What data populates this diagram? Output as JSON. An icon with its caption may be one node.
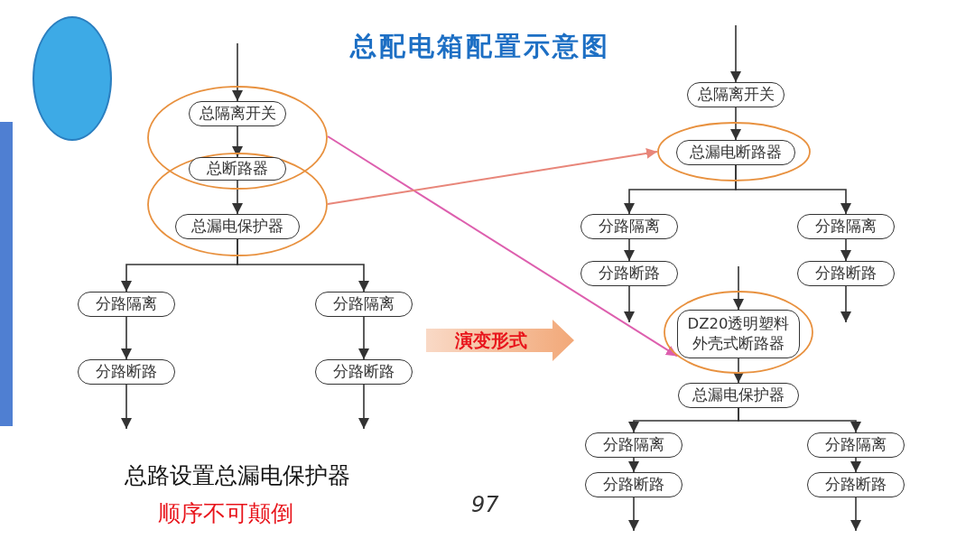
{
  "diagram": {
    "title": "总配电箱配置示意图",
    "nodes": [
      {
        "text": [],
        "shape": "ellipse"
      },
      {
        "text": [
          "总隔离开关"
        ],
        "in": 0
      },
      {
        "text": [],
        "shape": "ellipse"
      },
      {
        "text": [
          "总断路器"
        ]
      },
      {
        "text": [
          "总漏电保护器"
        ],
        "in": 2
      },
      {
        "text": [
          "分路隔离"
        ]
      },
      {
        "text": [
          "分路断路"
        ]
      },
      {
        "text": [
          "分路隔离"
        ]
      },
      {
        "text": [
          "分路断路"
        ]
      },
      {
        "text": [
          "演变形式"
        ]
      },
      {
        "text": [
          "总隔离开关"
        ]
      },
      {
        "text": [],
        "shape": "ellipse"
      },
      {
        "text": [
          "总漏电断路器"
        ],
        "in": 11
      },
      {
        "text": [
          "分路隔离"
        ]
      },
      {
        "text": [
          "分路断路"
        ]
      },
      {
        "text": [
          "分路隔离"
        ]
      },
      {
        "text": [
          "分路断路"
        ]
      },
      {
        "text": [],
        "shape": "ellipse"
      },
      {
        "text": [
          "DZ20透明塑料外壳式断路器"
        ],
        "in": 17
      },
      {
        "text": [
          "总漏电保护器"
        ]
      },
      {
        "text": [
          "分路隔离"
        ]
      },
      {
        "text": [
          "分路断路"
        ]
      },
      {
        "text": [
          "分路隔离"
        ]
      },
      {
        "text": [
          "分路断路"
        ]
      }
    ],
    "edges": [
      {
        "from": null,
        "to": 1,
        "arrow": "to"
      },
      {
        "from": 1,
        "to": 3,
        "arrow": "to"
      },
      {
        "from": 3,
        "to": 4,
        "arrow": "to"
      },
      {
        "from": 4,
        "to": 5,
        "arrow": "to"
      },
      {
        "from": 4,
        "to": 7,
        "arrow": "to"
      },
      {
        "from": 5,
        "to": 6,
        "arrow": "to"
      },
      {
        "from": 7,
        "to": 8,
        "arrow": "to"
      },
      {
        "from": 6,
        "to": null,
        "arrow": "to"
      },
      {
        "from": 8,
        "to": null,
        "arrow": "to"
      },
      {
        "from": 0,
        "to": 17,
        "arrow": "to",
        "color": "#dd5fae"
      },
      {
        "from": 2,
        "to": 11,
        "arrow": "to",
        "color": "#e8867a"
      },
      {
        "from": null,
        "to": 10,
        "arrow": "to"
      },
      {
        "from": 10,
        "to": 12,
        "arrow": "to"
      },
      {
        "from": 12,
        "to": 13,
        "arrow": "to"
      },
      {
        "from": 12,
        "to": 15,
        "arrow": "to"
      },
      {
        "from": 13,
        "to": 14,
        "arrow": "to"
      },
      {
        "from": 15,
        "to": 16,
        "arrow": "to"
      },
      {
        "from": 14,
        "to": null,
        "arrow": "to"
      },
      {
        "from": 16,
        "to": null,
        "arrow": "to"
      },
      {
        "from": null,
        "to": 18,
        "arrow": "to"
      },
      {
        "from": 18,
        "to": 19,
        "arrow": "to"
      },
      {
        "from": 19,
        "to": 20,
        "arrow": "to"
      },
      {
        "from": 19,
        "to": 22,
        "arrow": "to"
      },
      {
        "from": 20,
        "to": 21,
        "arrow": "to"
      },
      {
        "from": 22,
        "to": 23,
        "arrow": "to"
      },
      {
        "from": 21,
        "to": null,
        "arrow": "to"
      },
      {
        "from": 23,
        "to": null,
        "arrow": "to"
      }
    ],
    "labels": [
      "总路设置总漏电保护器",
      "顺序不可颠倒",
      "97"
    ]
  }
}
